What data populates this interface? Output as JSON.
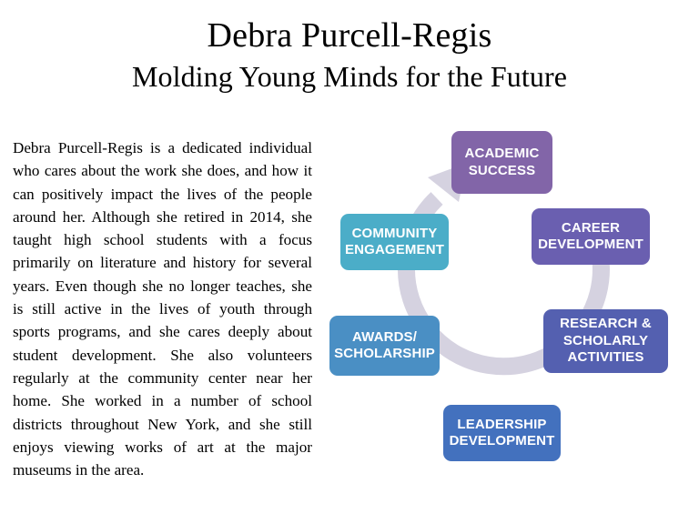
{
  "header": {
    "title": "Debra Purcell-Regis",
    "subtitle": "Molding Young Minds for the Future"
  },
  "body": {
    "paragraph": "Debra Purcell-Regis is a dedicated individual who cares about the work she does, and how it can positively impact the lives of the people around her. Although she retired in 2014, she taught high school students with a focus primarily on literature and history for several years. Even though she no longer teaches, she is still active in the lives of youth through sports programs, and she cares deeply about student development. She also volunteers regularly at the community center near her home. She worked in a number of school districts throughout New York, and she still enjoys viewing works of art at the major museums in the area."
  },
  "diagram": {
    "type": "cycle",
    "ring_color": "#d5d2e0",
    "arrow_direction": "clockwise",
    "arrowhead_at": "top-left-pointing-to-academic-success",
    "nodes": [
      {
        "id": "academic-success",
        "label": "ACADEMIC\nSUCCESS",
        "color": "#8265a8",
        "position": "top"
      },
      {
        "id": "career-development",
        "label": "CAREER\nDEVELOPMENT",
        "color": "#6a5fb0",
        "position": "upper-right"
      },
      {
        "id": "research-scholarly",
        "label": "RESEARCH &\nSCHOLARLY\nACTIVITIES",
        "color": "#5460b0",
        "position": "lower-right"
      },
      {
        "id": "leadership-development",
        "label": "LEADERSHIP\nDEVELOPMENT",
        "color": "#4371be",
        "position": "bottom"
      },
      {
        "id": "awards-scholarship",
        "label": "AWARDS/\nSCHOLARSHIP",
        "color": "#4a8fc4",
        "position": "lower-left"
      },
      {
        "id": "community-engagement",
        "label": "COMMUNITY\nENGAGEMENT",
        "color": "#4badc8",
        "position": "upper-left"
      }
    ]
  }
}
